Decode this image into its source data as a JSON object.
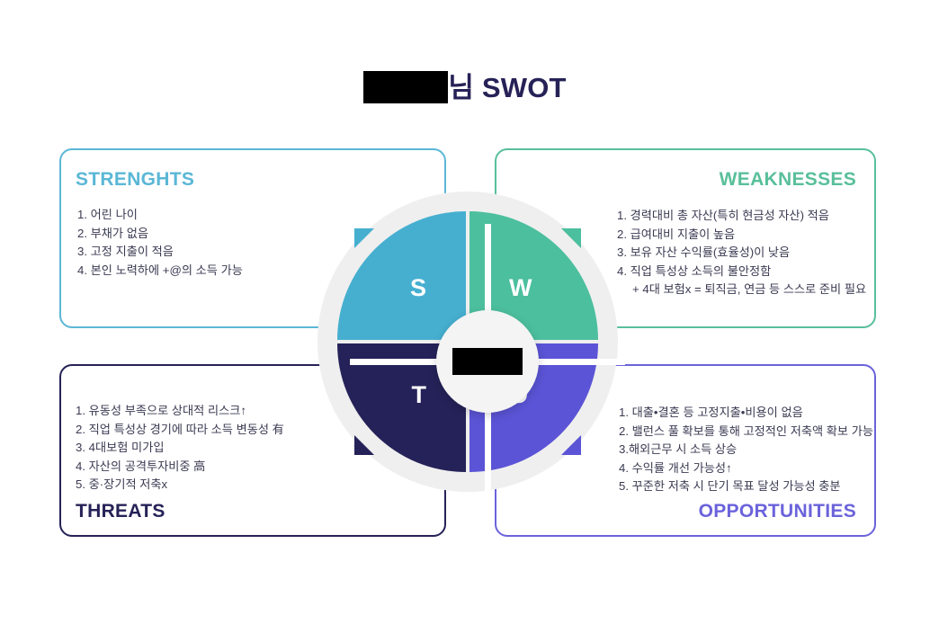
{
  "title": {
    "redacted_name": "",
    "suffix": "님 SWOT"
  },
  "colors": {
    "strengths": "#46AFD0",
    "weaknesses": "#4CBF9E",
    "threats": "#252259",
    "opportunities": "#5B54D6",
    "title_text": "#262257",
    "ring": "#EFEFEF",
    "body_text": "#3A3A52"
  },
  "wheel": {
    "letters": {
      "s": "S",
      "w": "W",
      "t": "T",
      "o": "O"
    },
    "center_redacted": ""
  },
  "quadrants": {
    "strengths": {
      "heading": "STRENGHTS",
      "items": [
        "1. 어린 나이",
        "2. 부채가 없음",
        "3. 고정 지출이 적음",
        "4. 본인 노력하에  +@의 소득 가능"
      ]
    },
    "weaknesses": {
      "heading": "WEAKNESSES",
      "items": [
        "1. 경력대비 총 자산(특히 현금성 자산) 적음",
        "2. 급여대비 지출이 높음",
        "3. 보유 자산 수익률(효율성)이 낮음",
        "4. 직업 특성상 소득의 불안정함"
      ],
      "subitem": "+ 4대 보험x = 퇴직금, 연금 등 스스로 준비 필요"
    },
    "threats": {
      "heading": "THREATS",
      "items": [
        "1. 유동성 부족으로 상대적 리스크↑",
        "2. 직업 특성상 경기에 따라 소득 변동성 有",
        "3. 4대보험 미가입",
        "4. 자산의 공격투자비중 高",
        "5. 중·장기적 저축x"
      ]
    },
    "opportunities": {
      "heading": "OPPORTUNITIES",
      "items": [
        "1. 대출•결혼 등 고정지출•비용이 없음",
        "2. 밸런스 풀 확보를 통해 고정적인 저축액 확보 가능",
        "3.해외근무 시 소득 상승",
        "4. 수익률 개선 가능성↑",
        "5. 꾸준한 저축 시 단기 목표 달성 가능성 충분"
      ]
    }
  }
}
